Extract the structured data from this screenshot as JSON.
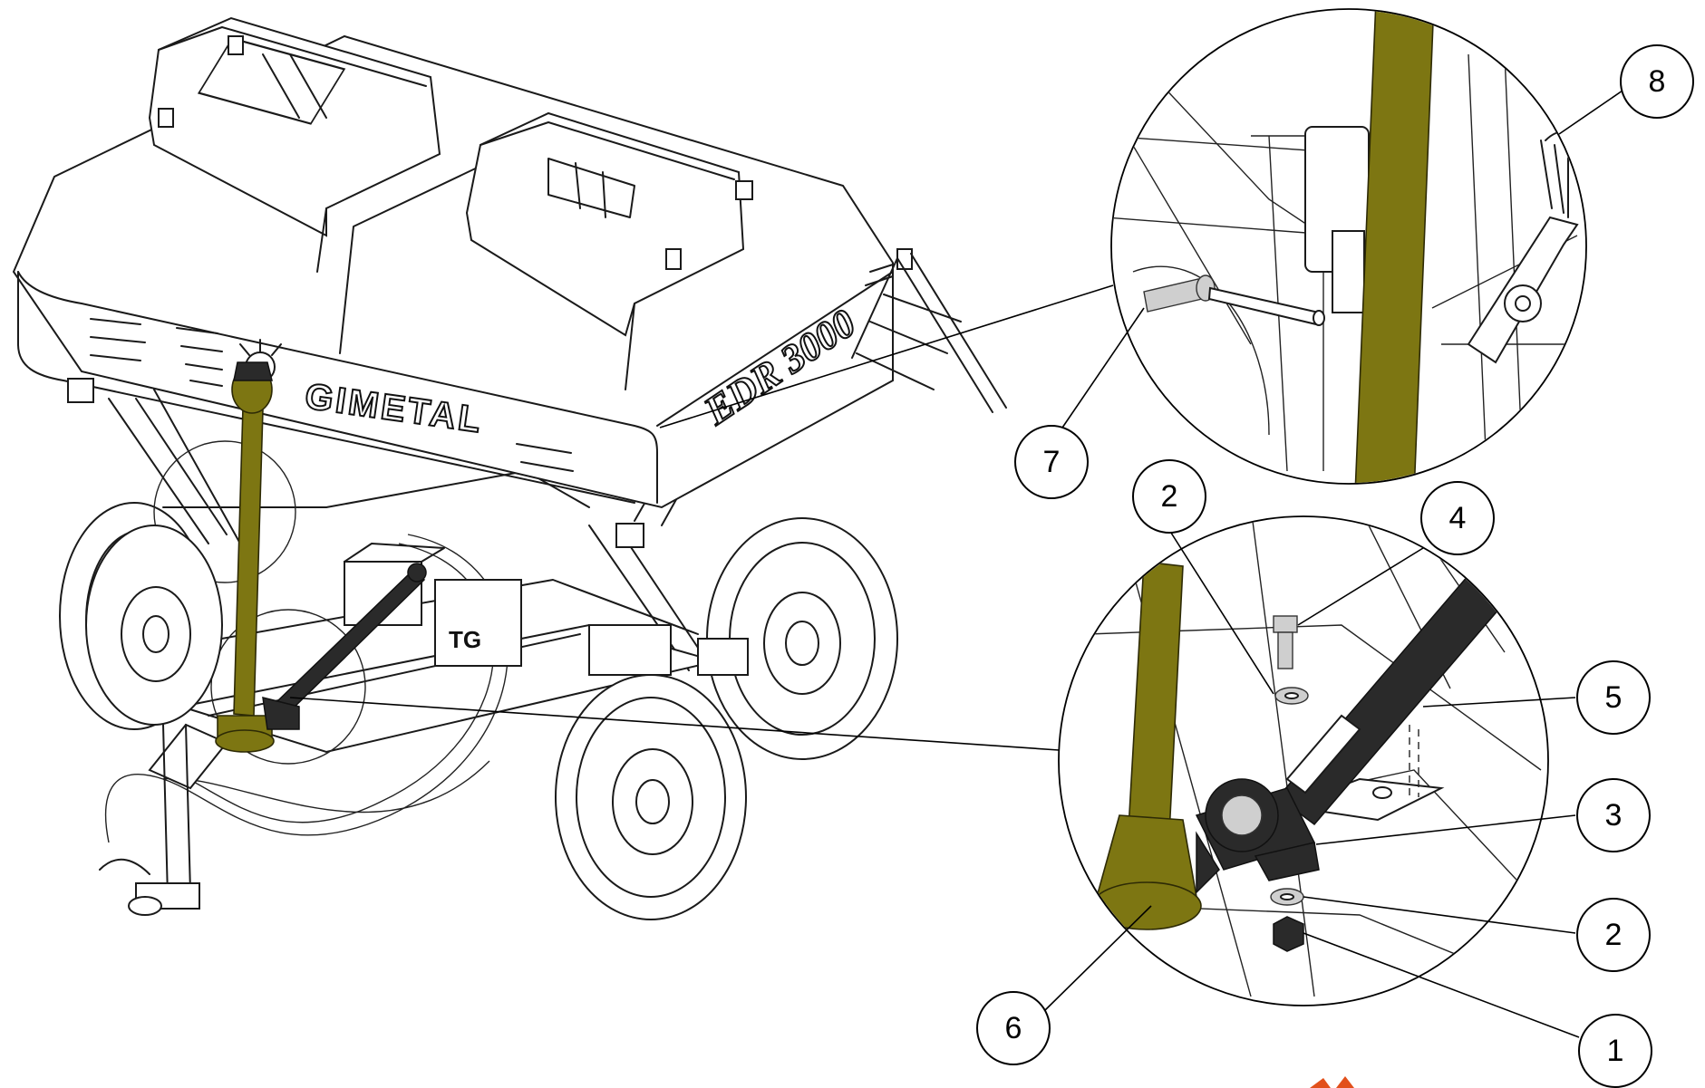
{
  "labels": {
    "brand": "GIMETAL",
    "model": "EDR 3000",
    "frame_mark": "TG"
  },
  "callouts": [
    {
      "id": "8",
      "text": "8"
    },
    {
      "id": "7",
      "text": "7"
    },
    {
      "id": "2a",
      "text": "2"
    },
    {
      "id": "4",
      "text": "4"
    },
    {
      "id": "5",
      "text": "5"
    },
    {
      "id": "3",
      "text": "3"
    },
    {
      "id": "2b",
      "text": "2"
    },
    {
      "id": "6",
      "text": "6"
    },
    {
      "id": "1",
      "text": "1"
    }
  ],
  "colors": {
    "shaft": "#7d7612",
    "line": "#1a1a1a",
    "accent_logo": "#e2501b"
  }
}
